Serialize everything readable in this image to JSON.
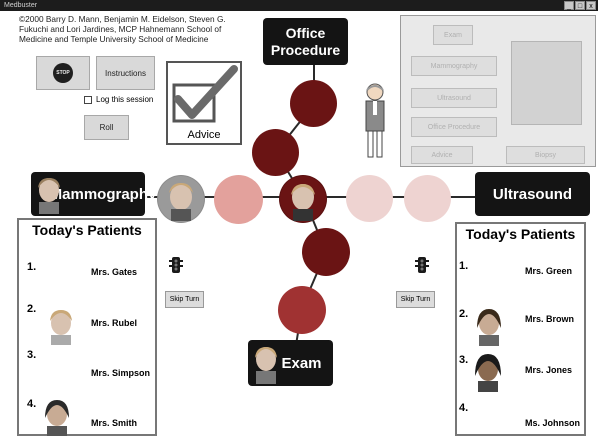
{
  "window": {
    "title": "Medbuster",
    "controls": [
      "_",
      "□",
      "x"
    ]
  },
  "copyright": "©2000 Barry D. Mann, Benjamin M. Eidelson, Steven G. Fukuchi and Lori Jardines, MCP Hahnemann School of Medicine and Temple University School of Medicine",
  "controls": {
    "stop_icon": "STOP",
    "instructions_label": "Instructions",
    "log_session_label": "Log this session",
    "roll_label": "Roll"
  },
  "advice_label": "Advice",
  "stations": {
    "office": "Office Procedure",
    "mammography": "Mammography",
    "ultrasound": "Ultrasound",
    "exam": "Exam"
  },
  "right_panel": {
    "buttons": [
      "Exam",
      "Mammography",
      "Ultrasound",
      "Office Procedure",
      "Advice",
      "Biopsy"
    ]
  },
  "left_patients": {
    "title": "Today's Patients",
    "items": [
      {
        "num": "1.",
        "name": "Mrs. Gates"
      },
      {
        "num": "2.",
        "name": "Mrs. Rubel"
      },
      {
        "num": "3.",
        "name": "Mrs. Simpson"
      },
      {
        "num": "4.",
        "name": "Mrs. Smith"
      }
    ]
  },
  "right_patients": {
    "title": "Today's Patients",
    "items": [
      {
        "num": "1.",
        "name": "Mrs. Green"
      },
      {
        "num": "2.",
        "name": "Mrs. Brown"
      },
      {
        "num": "3.",
        "name": "Mrs. Jones"
      },
      {
        "num": "4.",
        "name": "Ms. Johnson"
      }
    ]
  },
  "skip_label": "Skip Turn",
  "colors": {
    "dark_red": "#6a1414",
    "red": "#a03232",
    "peach": "#e3a19c",
    "pale": "#eed3d1",
    "dark_box": "#141414"
  }
}
